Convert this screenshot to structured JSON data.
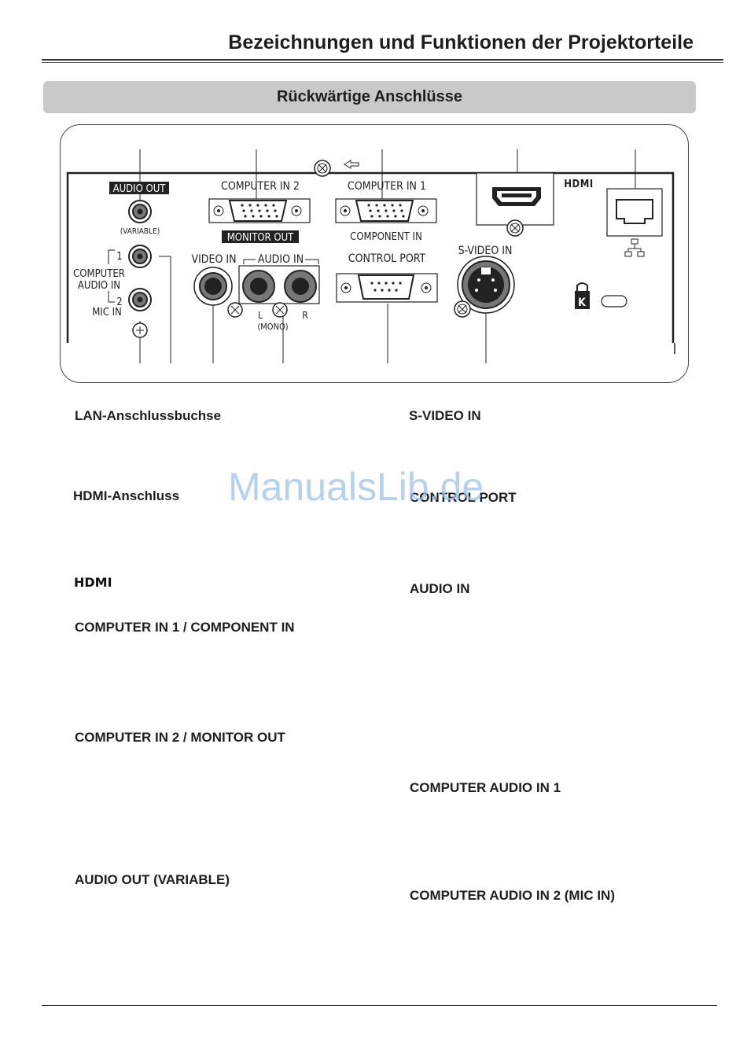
{
  "page_title": "Bezeichnungen und Funktionen der Projektorteile",
  "section_title": "Rückwärtige Anschlüsse",
  "panel": {
    "audio_out": "AUDIO OUT",
    "variable": "(VARIABLE)",
    "computer_in_2": "COMPUTER IN 2",
    "monitor_out": "MONITOR OUT",
    "computer_in_1": "COMPUTER IN 1",
    "component_in": "COMPONENT IN",
    "hdmi": "HDMI",
    "port_1": "1",
    "port_2": "2",
    "computer": "COMPUTER",
    "audio_in_side": "AUDIO IN",
    "mic_in": "MIC IN",
    "video_in": "VIDEO IN",
    "audio_in": "AUDIO IN",
    "control_port": "CONTROL PORT",
    "s_video_in": "S-VIDEO IN",
    "left": "L",
    "mono": "(MONO)",
    "right": "R"
  },
  "labels": {
    "lan": "LAN-Anschlussbuchse",
    "s_video": "S-VIDEO IN",
    "hdmi_port": "HDMI-Anschluss",
    "control_port": "CONTROL PORT",
    "audio_in": "AUDIO IN",
    "computer_in_1": "COMPUTER IN 1 / COMPONENT IN",
    "computer_in_2": "COMPUTER IN 2 / MONITOR OUT",
    "computer_audio_1": "COMPUTER AUDIO IN 1",
    "audio_out": "AUDIO OUT (VARIABLE)",
    "computer_audio_2": "COMPUTER AUDIO IN 2 (MIC IN)"
  },
  "hdmi_logo": "HDMI",
  "watermark": "ManualsLib.de"
}
